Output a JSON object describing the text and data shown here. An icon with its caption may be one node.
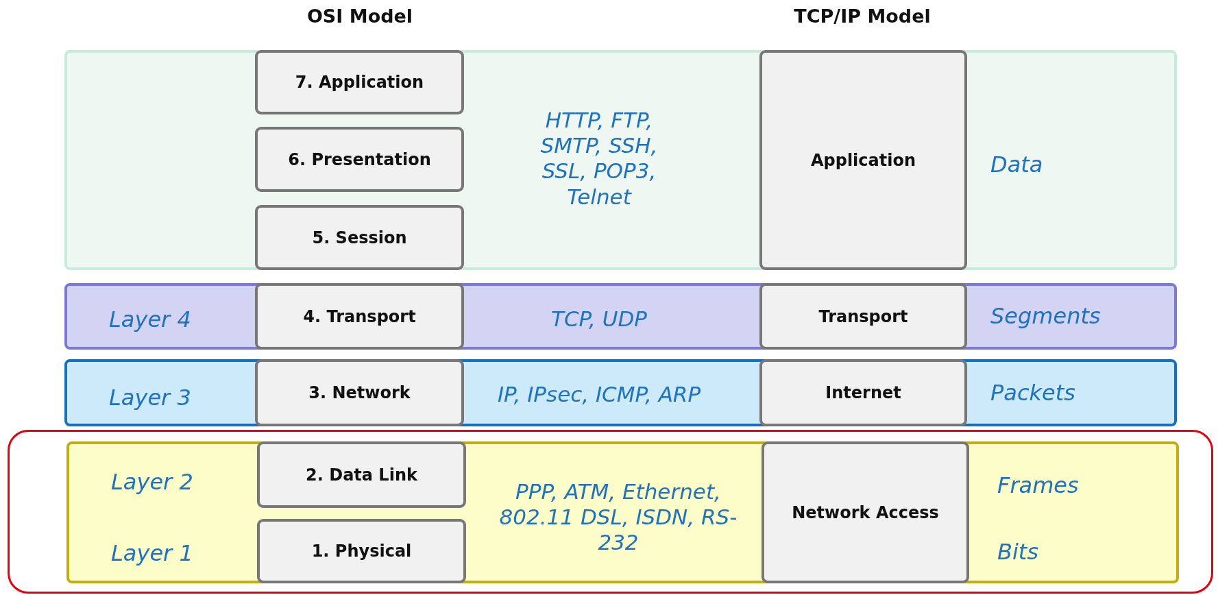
{
  "diagram": {
    "nodes": [
      {
        "text": [
          "HTTP, FTP, SMTP, SSH, SSL, POP3, Telnet",
          "Data"
        ]
      },
      {
        "text": [
          "7. Application"
        ],
        "in": 0
      },
      {
        "text": [
          "6. Presentation"
        ],
        "in": 0
      },
      {
        "text": [
          "5. Session"
        ],
        "in": 0
      },
      {
        "text": [
          "Application"
        ],
        "in": 0
      },
      {
        "text": [
          "Layer 4",
          "TCP, UDP",
          "Segments"
        ]
      },
      {
        "text": [
          "4. Transport"
        ],
        "in": 5
      },
      {
        "text": [
          "Transport"
        ],
        "in": 5
      },
      {
        "text": [
          "Layer 3",
          "IP, IPsec, ICMP, ARP",
          "Packets"
        ]
      },
      {
        "text": [
          "3. Network"
        ],
        "in": 8
      },
      {
        "text": [
          "Internet"
        ],
        "in": 8
      },
      {
        "text": [],
        "shape": "box"
      },
      {
        "text": [
          "Layer 2",
          "Layer 1",
          "PPP, ATM, Ethernet, 802.11 DSL, ISDN, RS-232",
          "Frames",
          "Bits"
        ],
        "in": 11
      },
      {
        "text": [
          "2. Data Link"
        ],
        "in": 12
      },
      {
        "text": [
          "1. Physical"
        ],
        "in": 12
      },
      {
        "text": [
          "Network Access"
        ],
        "in": 12
      }
    ],
    "edges": [],
    "labels": [
      "OSI Model",
      "TCP/IP Model"
    ]
  }
}
